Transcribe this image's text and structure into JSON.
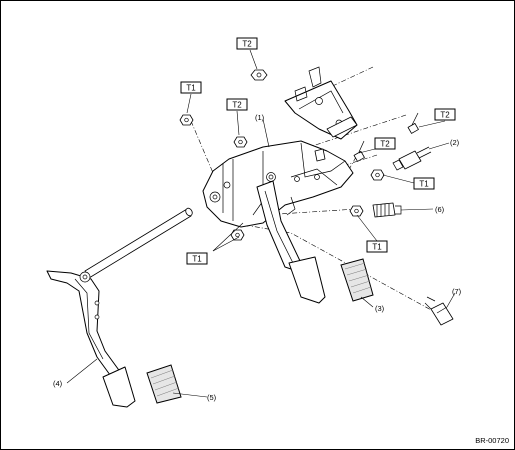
{
  "torque_labels": {
    "t2_top": "T2",
    "t1_left": "T1",
    "t2_mid": "T2",
    "t2_right_top": "T2",
    "t2_right_mid": "T2",
    "t1_right": "T1",
    "t1_lower": "T1",
    "t1_bottom_left": "T1"
  },
  "callouts": {
    "c1": "(1)",
    "c2": "(2)",
    "c3": "(3)",
    "c4": "(4)",
    "c5": "(5)",
    "c6": "(6)",
    "c7": "(7)"
  },
  "figure_ref": "BR-00720"
}
